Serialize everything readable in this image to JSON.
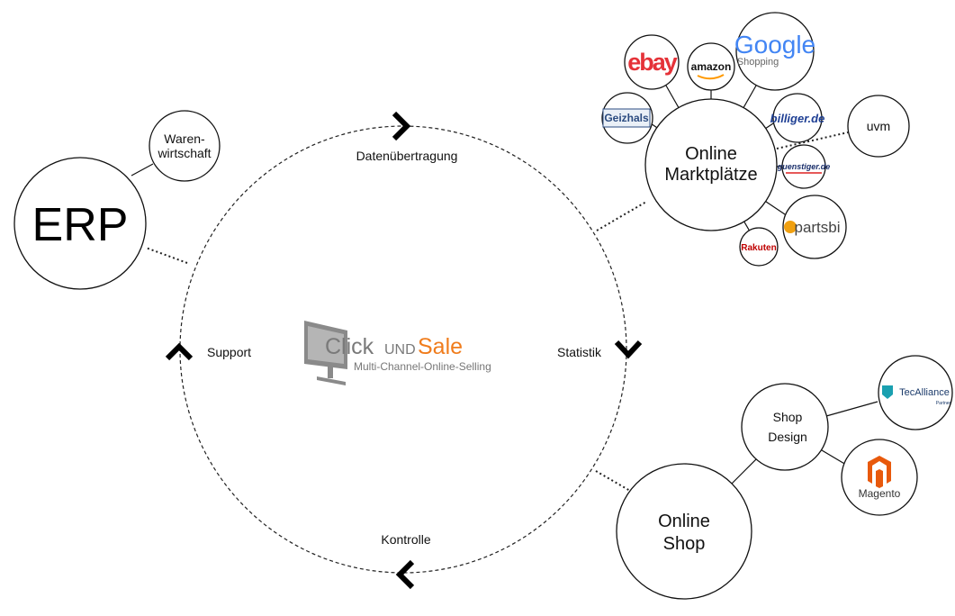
{
  "cycle": {
    "top_label": "Datenübertragung",
    "right_label": "Statistik",
    "bottom_label": "Kontrolle",
    "left_label": "Support"
  },
  "center_logo": {
    "brand_click": "Click",
    "brand_und": "UND",
    "brand_sale": "Sale",
    "tagline": "Multi-Channel-Online-Selling",
    "colors": {
      "gray": "#7a7a7a",
      "orange": "#f07c1c"
    }
  },
  "erp": {
    "label": "ERP",
    "sub_line1": "Waren-",
    "sub_line2": "wirtschaft"
  },
  "marketplaces": {
    "line1": "Online",
    "line2": "Marktplätze",
    "uvm": "uvm",
    "logos": {
      "ebay": "ebay",
      "amazon": "amazon",
      "google": "Google",
      "google_sub": "Shopping",
      "geizhals": "Geizhals",
      "billiger": "billiger.de",
      "guenstiger": "guenstiger.de",
      "partsbi": "partsbi",
      "rakuten": "Rakuten"
    }
  },
  "shop": {
    "line1": "Online",
    "line2": "Shop",
    "design_line1": "Shop",
    "design_line2": "Design",
    "tecalliance": "TecAlliance",
    "tecalliance_sub": "Partner",
    "magento": "Magento"
  }
}
